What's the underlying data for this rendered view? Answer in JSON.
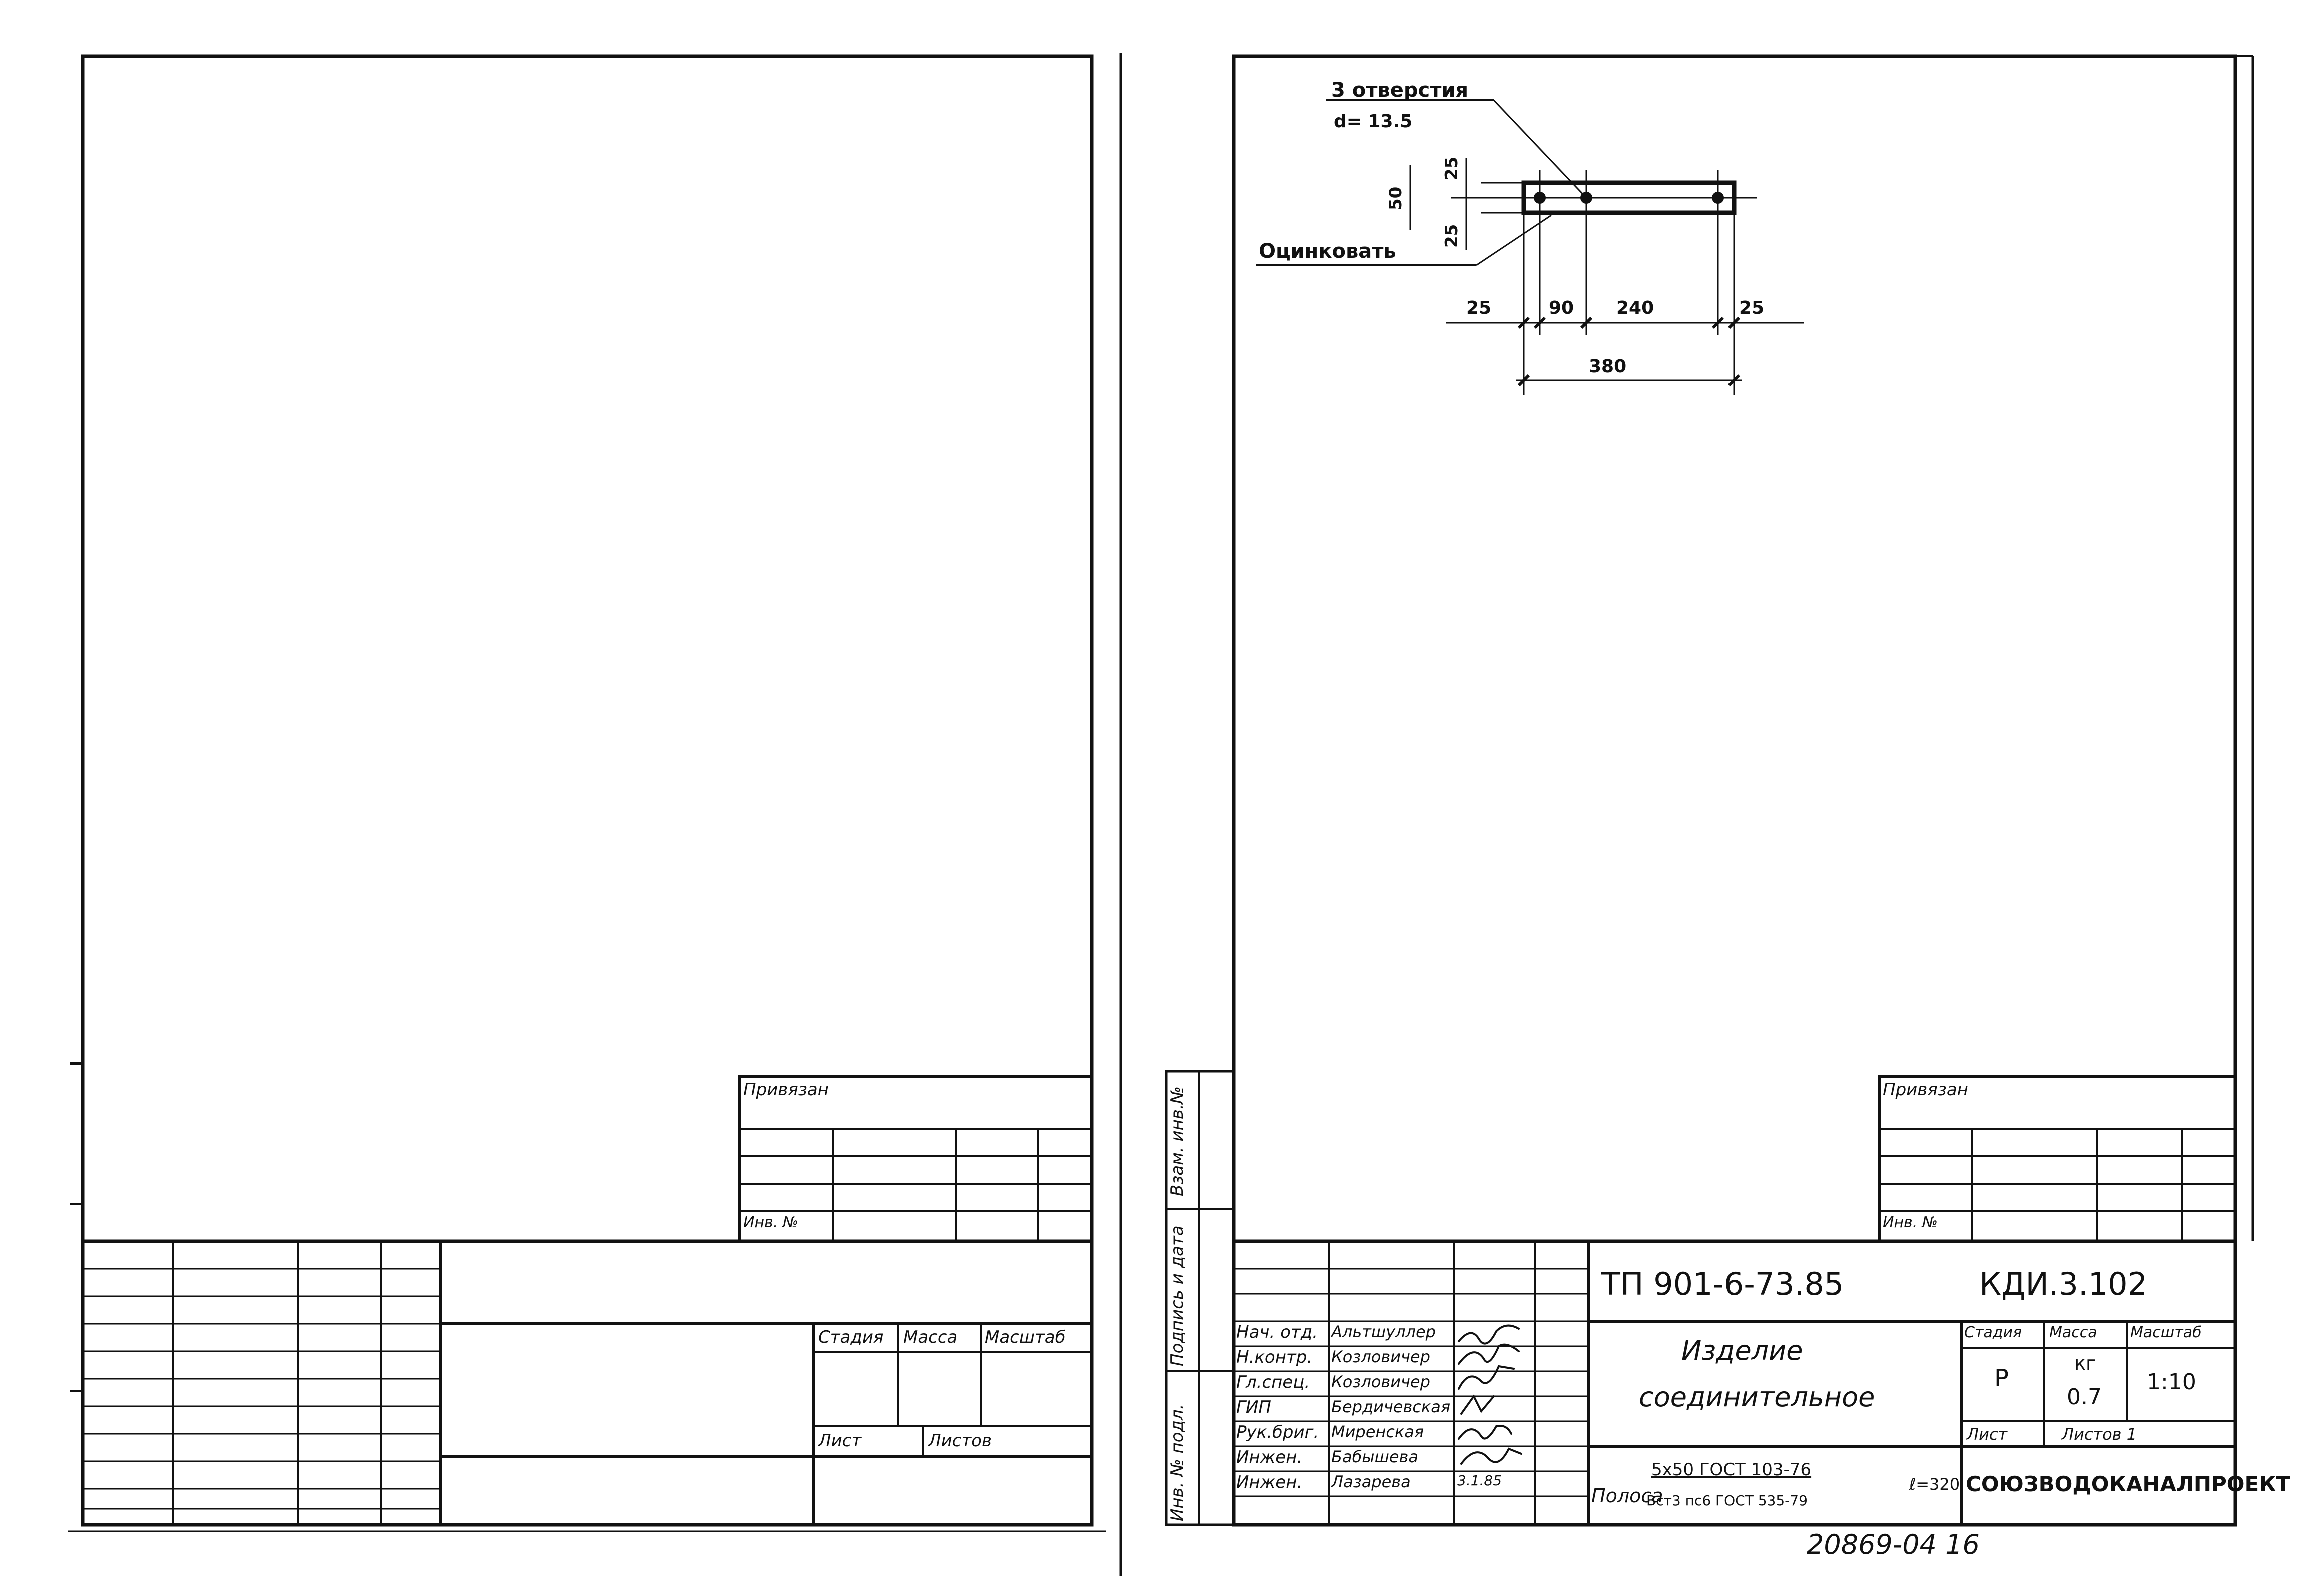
{
  "left_sheet": {
    "privyazan_label": "Привязан",
    "inv_no_label": "Инв. №",
    "stage_header": "Стадия",
    "mass_header": "Масса",
    "scale_header": "Масштаб",
    "sheet_label": "Лист",
    "sheets_label": "Листов"
  },
  "right_sheet": {
    "side_labels": {
      "vzam_inv": "Взам. инв.№",
      "podpis_data": "Подпись и дата",
      "inv_podl": "Инв. № подл."
    },
    "drawing": {
      "holes_label": "3 отверстия",
      "hole_diameter": "d= 13.5",
      "zinc_note": "Оцинковать",
      "dim_50": "50",
      "dim_25_top": "25",
      "dim_25_bottom": "25",
      "dim_25_left": "25",
      "dim_90": "90",
      "dim_240": "240",
      "dim_25_right": "25",
      "dim_380": "380"
    },
    "privyazan_label": "Привязан",
    "inv_no_label": "Инв. №",
    "doc_code": "ТП 901-6-73.85",
    "doc_designation": "КДИ.3.102",
    "title_line1": "Изделие",
    "title_line2": "соединительное",
    "stage_header": "Стадия",
    "mass_header": "Масса",
    "scale_header": "Масштаб",
    "stage_value": "Р",
    "mass_unit": "кг",
    "mass_value": "0.7",
    "scale_value": "1:10",
    "sheet_label": "Лист",
    "sheets_label": "Листов 1",
    "organization": "СОЮЗВОДОКАНАЛПРОЕКТ",
    "material_prefix": "Полоса",
    "material_top": "5х50  ГОСТ 103-76",
    "material_bottom": "Вст3 пс6 ГОСТ  535-79",
    "length_value": "ℓ=320",
    "signatures": [
      {
        "role": "Нач. отд.",
        "name": "Альтшуллер"
      },
      {
        "role": "Н.контр.",
        "name": "Козловичер"
      },
      {
        "role": "Гл.спец.",
        "name": "Козловичер"
      },
      {
        "role": "ГИП",
        "name": "Бердичевская"
      },
      {
        "role": "Рук.бриг.",
        "name": "Миренская"
      },
      {
        "role": "Инжен.",
        "name": "Бабышева"
      },
      {
        "role": "Инжен.",
        "name": "Лазарева"
      }
    ],
    "sign_date_last": "3.1.85",
    "archive_number": "20869-04  16"
  }
}
